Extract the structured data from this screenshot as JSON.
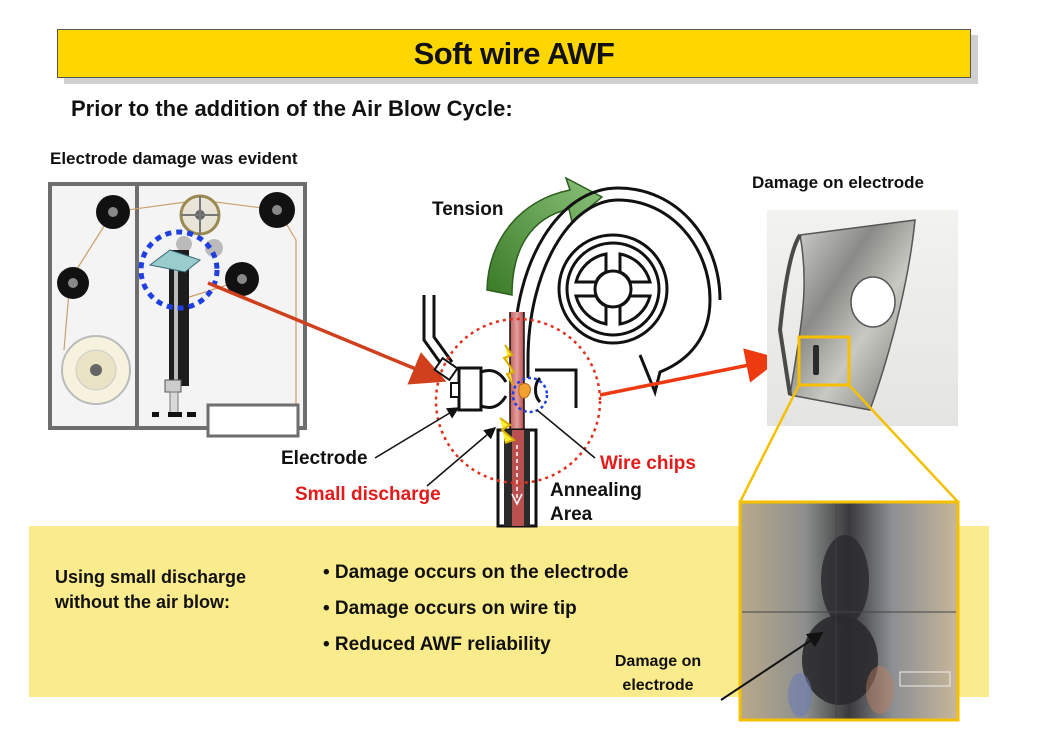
{
  "title": "Soft wire AWF",
  "subtitle": "Prior to the addition of the Air Blow Cycle:",
  "left_panel": {
    "heading": "Electrode damage was evident"
  },
  "center_panel": {
    "tension_label": "Tension",
    "electrode_label": "Electrode",
    "small_discharge_label": "Small discharge",
    "wire_chips_label": "Wire chips",
    "annealing_label_line1": "Annealing",
    "annealing_label_line2": "Area"
  },
  "right_panel": {
    "heading": "Damage on electrode",
    "zoom_caption_line1": "Damage on",
    "zoom_caption_line2": "electrode"
  },
  "summary": {
    "condition_line1": "Using small discharge",
    "condition_line2": "without the air blow:",
    "bullets": [
      "• Damage occurs on the electrode",
      "• Damage occurs on wire tip",
      "• Reduced AWF reliability"
    ]
  },
  "colors": {
    "title_bg": "#ffd700",
    "summary_bg": "#faeb8c",
    "callout_red": "#e31b1b",
    "highlight_blue": "#1f3fe0",
    "zoom_frame": "#f5c000"
  }
}
